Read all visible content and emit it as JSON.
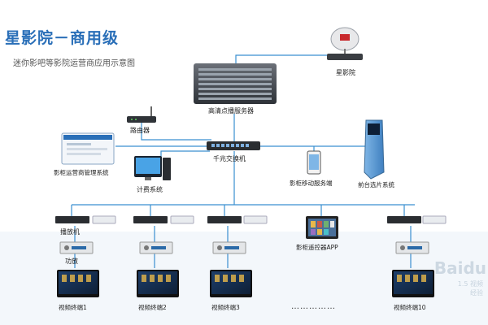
{
  "header": {
    "title": "星影院－商用级",
    "subtitle": "迷你影吧等影院运营商应用示意图"
  },
  "nodes": {
    "satellite": "星影院",
    "server": "高清点播服务器",
    "router": "路由器",
    "switch": "千兆交换机",
    "mgmt": "影柜运营商管理系统",
    "billing": "计费系统",
    "mobile_server": "影柜移动服务端",
    "kiosk": "前台选片系统",
    "player": "播放机",
    "amp": "功放",
    "remote_app": "影柜遥控器APP",
    "terminals": [
      "视频终端1",
      "视频终端2",
      "视频终端3",
      "视频终端10"
    ],
    "ellipsis": "……………"
  },
  "colors": {
    "line": "#3a8fd0",
    "title": "#2a6fb8"
  },
  "watermark": {
    "brand": "Baidu",
    "lines": [
      "1.5 视频",
      "经验"
    ]
  }
}
